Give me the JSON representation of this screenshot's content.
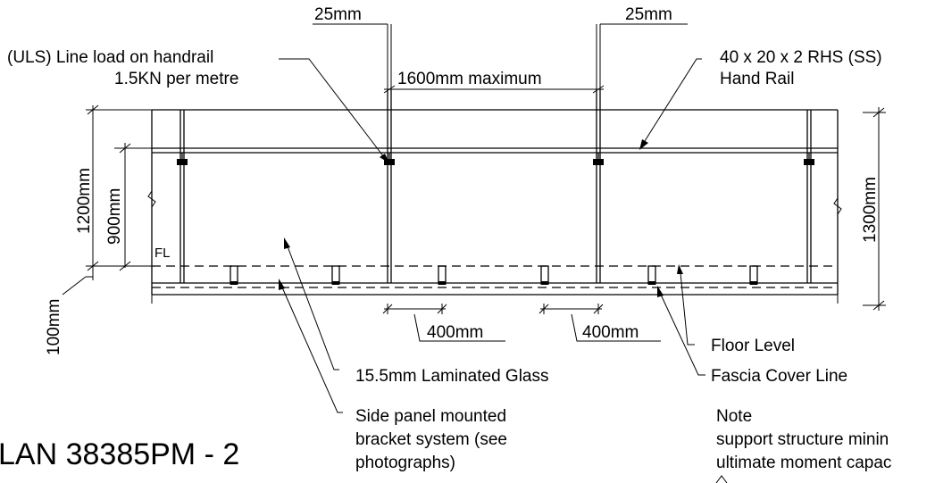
{
  "labels": {
    "dim_top_left": "25mm",
    "dim_top_right": "25mm",
    "line_load_1": "(ULS) Line load on handrail",
    "line_load_2": "1.5KN per metre",
    "span_max": "1600mm maximum",
    "rhs_1": "40 x 20 x 2 RHS (SS)",
    "rhs_2": "Hand Rail",
    "h1200": "1200mm",
    "h900": "900mm",
    "h1300": "1300mm",
    "h100": "100mm",
    "fl": "FL",
    "b400_left": "400mm",
    "b400_right": "400mm",
    "floor_level": "Floor Level",
    "fascia_line": "Fascia Cover Line",
    "glass": "15.5mm Laminated Glass",
    "bracket_1": "Side panel mounted",
    "bracket_2": "bracket system (see",
    "bracket_3": "photographs)",
    "note_title": "Note",
    "note_1": "support structure minin",
    "note_2": "ultimate moment capac",
    "plan_id": "LAN 38385PM - 2"
  }
}
